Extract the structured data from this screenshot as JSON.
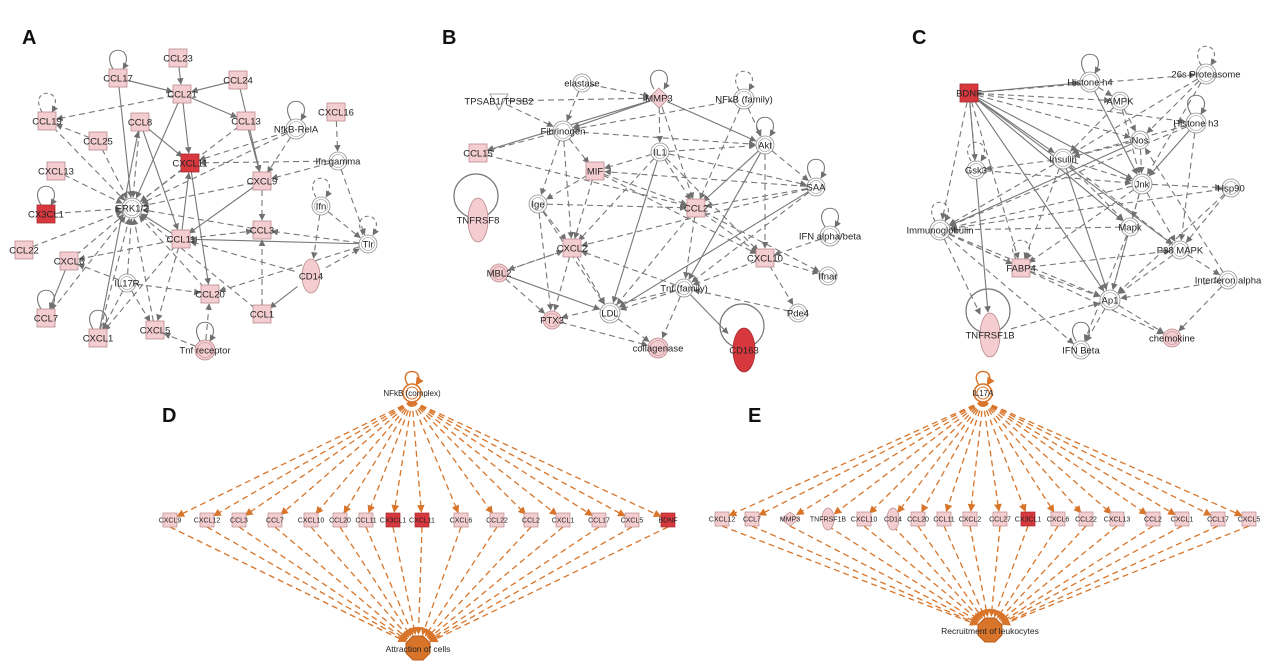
{
  "colors": {
    "edge": "#777777",
    "orange": "#d8752a",
    "pink_fill": "#f4cdd0",
    "pink_stroke": "#b88a8e",
    "red_fill": "#d6383d",
    "white_fill": "#ffffff",
    "node_stroke": "#8f8f8f"
  },
  "panels": [
    {
      "label": "A",
      "nodes": [
        {
          "id": "CCL23",
          "label": "CCL23",
          "shape": "square",
          "fill": "pink"
        },
        {
          "id": "CCL17",
          "label": "CCL17",
          "shape": "square",
          "fill": "pink"
        },
        {
          "id": "CCL21",
          "label": "CCL21",
          "shape": "square",
          "fill": "pink"
        },
        {
          "id": "CCL24",
          "label": "CCL24",
          "shape": "square",
          "fill": "pink"
        },
        {
          "id": "CCL19",
          "label": "CCL19",
          "shape": "square",
          "fill": "pink"
        },
        {
          "id": "CCL25",
          "label": "CCL25",
          "shape": "square",
          "fill": "pink"
        },
        {
          "id": "CCL8",
          "label": "CCL8",
          "shape": "square",
          "fill": "pink"
        },
        {
          "id": "CCL13",
          "label": "CCL13",
          "shape": "square",
          "fill": "pink"
        },
        {
          "id": "CXCL16",
          "label": "CXCL16",
          "shape": "square",
          "fill": "pink"
        },
        {
          "id": "NfkB",
          "label": "NfkB-RelA",
          "shape": "complex",
          "fill": "white"
        },
        {
          "id": "CXCL11",
          "label": "CXCL11",
          "shape": "square",
          "fill": "red"
        },
        {
          "id": "Ifngamma",
          "label": "Ifn gamma",
          "shape": "circle",
          "fill": "white"
        },
        {
          "id": "CXCL13",
          "label": "CXCL13",
          "shape": "square",
          "fill": "pink"
        },
        {
          "id": "CXCL9",
          "label": "CXCL9",
          "shape": "square",
          "fill": "pink"
        },
        {
          "id": "ERK12",
          "label": "ERK1/2",
          "shape": "complex",
          "fill": "white"
        },
        {
          "id": "CX3CL1",
          "label": "CX3CL1",
          "shape": "square",
          "fill": "red"
        },
        {
          "id": "Ifn",
          "label": "Ifn",
          "shape": "circle",
          "fill": "white"
        },
        {
          "id": "CCL3",
          "label": "CCL3",
          "shape": "square",
          "fill": "pink"
        },
        {
          "id": "CCL11",
          "label": "CCL11",
          "shape": "square",
          "fill": "pink"
        },
        {
          "id": "Tlr",
          "label": "Tlr",
          "shape": "circle",
          "fill": "white"
        },
        {
          "id": "CCL22",
          "label": "CCL22",
          "shape": "square",
          "fill": "pink"
        },
        {
          "id": "CXCL6",
          "label": "CXCL6",
          "shape": "square",
          "fill": "pink"
        },
        {
          "id": "IL17R",
          "label": "IL17R",
          "shape": "circle",
          "fill": "white"
        },
        {
          "id": "CD14",
          "label": "CD14",
          "shape": "ellipse",
          "fill": "pink"
        },
        {
          "id": "CCL20",
          "label": "CCL20",
          "shape": "square",
          "fill": "pink"
        },
        {
          "id": "CCL7",
          "label": "CCL7",
          "shape": "square",
          "fill": "pink"
        },
        {
          "id": "CCL1",
          "label": "CCL1",
          "shape": "square",
          "fill": "pink"
        },
        {
          "id": "CXCL5",
          "label": "CXCL5",
          "shape": "square",
          "fill": "pink"
        },
        {
          "id": "CXCL1",
          "label": "CXCL1",
          "shape": "square",
          "fill": "pink"
        },
        {
          "id": "Tnfr",
          "label": "Tnf receptor",
          "shape": "complex",
          "fill": "pink"
        }
      ]
    },
    {
      "label": "B",
      "nodes": [
        {
          "id": "elastase",
          "label": "elastase",
          "shape": "circle",
          "fill": "white"
        },
        {
          "id": "TPSAB1",
          "label": "TPSAB1/TPSB2",
          "shape": "triangle",
          "fill": "white"
        },
        {
          "id": "MMP3",
          "label": "MMP3",
          "shape": "diamond",
          "fill": "pink"
        },
        {
          "id": "NFkBfam",
          "label": "NFkB (family)",
          "shape": "complex",
          "fill": "white"
        },
        {
          "id": "Fibrinogen",
          "label": "Fibrinogen",
          "shape": "complex",
          "fill": "white"
        },
        {
          "id": "IL1",
          "label": "IL1",
          "shape": "circle",
          "fill": "white"
        },
        {
          "id": "Akt",
          "label": "Akt",
          "shape": "circle",
          "fill": "white"
        },
        {
          "id": "CCL15",
          "label": "CCL15",
          "shape": "square",
          "fill": "pink"
        },
        {
          "id": "MIF",
          "label": "MIF",
          "shape": "square",
          "fill": "pink"
        },
        {
          "id": "SAA",
          "label": "SAA",
          "shape": "circle",
          "fill": "white"
        },
        {
          "id": "Ige",
          "label": "Ige",
          "shape": "circle",
          "fill": "white"
        },
        {
          "id": "CCL2",
          "label": "CCL2",
          "shape": "square",
          "fill": "pink"
        },
        {
          "id": "TNFRSF8",
          "label": "TNFRSF8",
          "shape": "ellipse",
          "fill": "pink"
        },
        {
          "id": "CXCL2",
          "label": "CXCL2",
          "shape": "square",
          "fill": "pink"
        },
        {
          "id": "IFNab",
          "label": "IFN alpha/beta",
          "shape": "complex",
          "fill": "white"
        },
        {
          "id": "CXCL10",
          "label": "CXCL10",
          "shape": "square",
          "fill": "pink"
        },
        {
          "id": "MBL2",
          "label": "MBL2",
          "shape": "circle",
          "fill": "pink"
        },
        {
          "id": "Tnffam",
          "label": "Tnf (family)",
          "shape": "circle",
          "fill": "white"
        },
        {
          "id": "Ifnar",
          "label": "Ifnar",
          "shape": "circle",
          "fill": "white"
        },
        {
          "id": "LDL",
          "label": "LDL",
          "shape": "complex",
          "fill": "white"
        },
        {
          "id": "PTX3",
          "label": "PTX3",
          "shape": "circle",
          "fill": "pink"
        },
        {
          "id": "Pde4",
          "label": "Pde4",
          "shape": "circle",
          "fill": "white"
        },
        {
          "id": "collagenase",
          "label": "collagenase",
          "shape": "complex",
          "fill": "pink"
        },
        {
          "id": "CD163",
          "label": "CD163",
          "shape": "ellipse",
          "fill": "red"
        }
      ]
    },
    {
      "label": "C",
      "nodes": [
        {
          "id": "Histoneh4",
          "label": "Histone h4",
          "shape": "complex",
          "fill": "white"
        },
        {
          "id": "Proteasome",
          "label": "26s Proteasome",
          "shape": "complex",
          "fill": "white"
        },
        {
          "id": "BDNF",
          "label": "BDNF",
          "shape": "square",
          "fill": "red"
        },
        {
          "id": "AMPK",
          "label": "AMPK",
          "shape": "circle",
          "fill": "white"
        },
        {
          "id": "Histoneh3",
          "label": "Histone h3",
          "shape": "complex",
          "fill": "white"
        },
        {
          "id": "Nos",
          "label": "Nos",
          "shape": "circle",
          "fill": "white"
        },
        {
          "id": "Insulin",
          "label": "Insulin",
          "shape": "complex",
          "fill": "white"
        },
        {
          "id": "Gsk3",
          "label": "Gsk3",
          "shape": "circle",
          "fill": "white"
        },
        {
          "id": "Jnk",
          "label": "Jnk",
          "shape": "complex",
          "fill": "white"
        },
        {
          "id": "Hsp90",
          "label": "Hsp90",
          "shape": "circle",
          "fill": "white"
        },
        {
          "id": "Immunoglobulin",
          "label": "Immunoglobulin",
          "shape": "complex",
          "fill": "white"
        },
        {
          "id": "Mapk",
          "label": "Mapk",
          "shape": "circle",
          "fill": "white"
        },
        {
          "id": "P38",
          "label": "P38 MAPK",
          "shape": "circle",
          "fill": "white"
        },
        {
          "id": "FABP4",
          "label": "FABP4",
          "shape": "square",
          "fill": "pink"
        },
        {
          "id": "IFNalpha",
          "label": "Interferon alpha",
          "shape": "circle",
          "fill": "white"
        },
        {
          "id": "Ap1",
          "label": "Ap1",
          "shape": "complex",
          "fill": "white"
        },
        {
          "id": "TNFRSF1B",
          "label": "TNFRSF1B",
          "shape": "ellipse",
          "fill": "pink"
        },
        {
          "id": "chemokine",
          "label": "chemokine",
          "shape": "circle",
          "fill": "pink"
        },
        {
          "id": "IFNBeta",
          "label": "IFN Beta",
          "shape": "circle",
          "fill": "white"
        }
      ]
    },
    {
      "label": "D",
      "hub": "NFkB (complex)",
      "target": "Attraction of cells",
      "genes": [
        {
          "label": "CXCL9",
          "fill": "pink"
        },
        {
          "label": "CXCL12",
          "fill": "pink"
        },
        {
          "label": "CCL3",
          "fill": "pink"
        },
        {
          "label": "CCL7",
          "fill": "pink"
        },
        {
          "label": "CXCL10",
          "fill": "pink"
        },
        {
          "label": "CCL20",
          "fill": "pink"
        },
        {
          "label": "CCL11",
          "fill": "pink"
        },
        {
          "label": "CX3CL1",
          "fill": "red"
        },
        {
          "label": "CXCL11",
          "fill": "red"
        },
        {
          "label": "CXCL6",
          "fill": "pink"
        },
        {
          "label": "CCL22",
          "fill": "pink"
        },
        {
          "label": "CCL2",
          "fill": "pink"
        },
        {
          "label": "CXCL1",
          "fill": "pink"
        },
        {
          "label": "CCL17",
          "fill": "pink"
        },
        {
          "label": "CXCL5",
          "fill": "pink"
        },
        {
          "label": "BDNF",
          "fill": "red"
        }
      ]
    },
    {
      "label": "E",
      "hub": "IL17A",
      "target": "Recruitment of leukocytes",
      "genes": [
        {
          "label": "CXCL12",
          "fill": "pink"
        },
        {
          "label": "CCL7",
          "fill": "pink"
        },
        {
          "label": "MMP3",
          "fill": "pink"
        },
        {
          "label": "TNFRSF1B",
          "fill": "pink"
        },
        {
          "label": "CXCL10",
          "fill": "pink"
        },
        {
          "label": "CD14",
          "fill": "pink"
        },
        {
          "label": "CCL20",
          "fill": "pink"
        },
        {
          "label": "CCL11",
          "fill": "pink"
        },
        {
          "label": "CXCL2",
          "fill": "pink"
        },
        {
          "label": "CCL27",
          "fill": "pink"
        },
        {
          "label": "CX3CL1",
          "fill": "red"
        },
        {
          "label": "CXCL6",
          "fill": "pink"
        },
        {
          "label": "CCL22",
          "fill": "pink"
        },
        {
          "label": "CXCL13",
          "fill": "pink"
        },
        {
          "label": "CCL2",
          "fill": "pink"
        },
        {
          "label": "CXCL1",
          "fill": "pink"
        },
        {
          "label": "CCL17",
          "fill": "pink"
        },
        {
          "label": "CXCL5",
          "fill": "pink"
        }
      ]
    }
  ]
}
